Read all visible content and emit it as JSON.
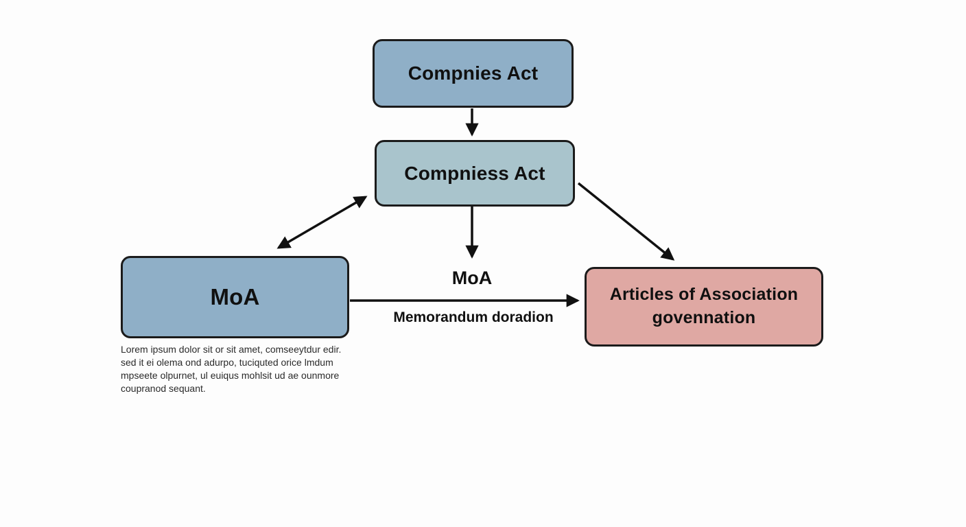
{
  "diagram": {
    "nodes": {
      "companies_act": {
        "label": "Compnies Act",
        "fill": "#8fafc7"
      },
      "compniess_act": {
        "label": "Compniess Act",
        "fill": "#a9c4cc"
      },
      "moa": {
        "label": "MoA",
        "fill": "#8fafc7"
      },
      "articles": {
        "label_line1": "Articles of Association",
        "label_line2": "govennation",
        "fill": "#dfa8a3"
      }
    },
    "edge_labels": {
      "moa": "MoA",
      "memorandum": "Memorandum doradion"
    },
    "annotation": {
      "lines": [
        "Lorem ipsum dolor sit or sit amet, comseeytdur edir.",
        "sed it ei olema ond adurpo, tuciquted orice lmdum",
        "mpseete olpurnet, ul euiqus mohlsit ud ae ounmore",
        "coupranod sequant."
      ]
    },
    "connectors": [
      {
        "name": "companies-act-to-compniess-act",
        "type": "arrow-down"
      },
      {
        "name": "compniess-act-to-moa-box",
        "type": "arrow-diagonal-double-headed"
      },
      {
        "name": "compniess-act-to-moa-label",
        "type": "arrow-down"
      },
      {
        "name": "compniess-act-to-articles",
        "type": "arrow-diagonal-down-right"
      },
      {
        "name": "moa-box-to-articles",
        "type": "arrow-right"
      }
    ],
    "colors": {
      "background": "#fdfdfd",
      "node_border": "#1b1b1b",
      "arrow": "#111111",
      "text": "#101010",
      "annotation_text": "#2a2a2a",
      "node_blue": "#8fafc7",
      "node_light_blue": "#a9c4cc",
      "node_salmon": "#dfa8a3"
    }
  }
}
